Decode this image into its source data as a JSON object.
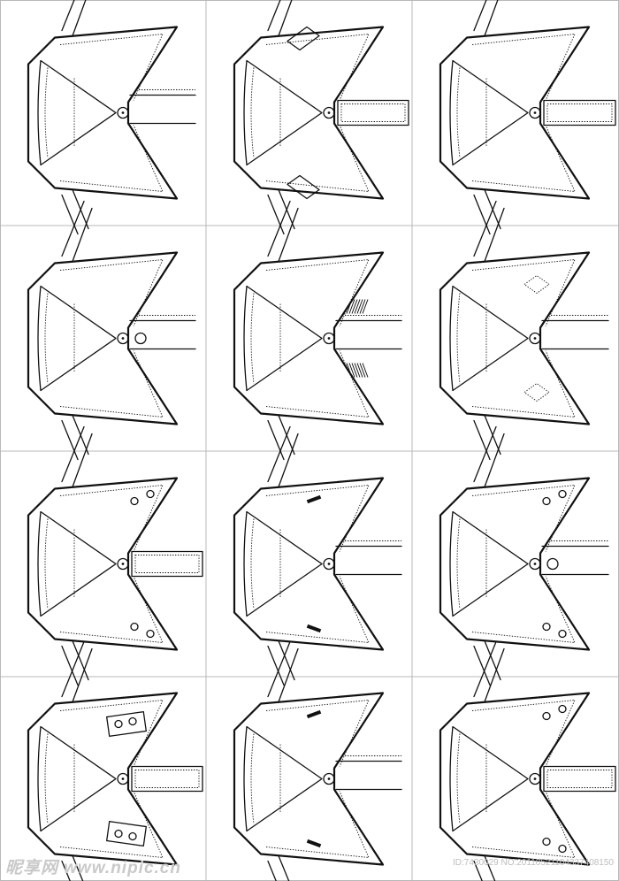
{
  "sheet": {
    "rows": 4,
    "cols": 3,
    "line_color": "#111111",
    "grid_color": "#b8b8b8",
    "cells": [
      {
        "variant": "pointed-collar-plain-button"
      },
      {
        "variant": "wide-collar-strap-panels"
      },
      {
        "variant": "rounded-collar-rect-tab"
      },
      {
        "variant": "pointed-collar-double-button"
      },
      {
        "variant": "crossover-lapel-ribbed"
      },
      {
        "variant": "collar-diamond-stitch"
      },
      {
        "variant": "collar-corner-button-tab"
      },
      {
        "variant": "collar-bar-tacks"
      },
      {
        "variant": "collar-double-button-points"
      },
      {
        "variant": "collar-button-tabs"
      },
      {
        "variant": "collar-bar-tack-round"
      },
      {
        "variant": "collar-button-points-band"
      }
    ]
  },
  "watermark": {
    "brand": "昵享网 www.nipic.cn",
    "id_line": "ID:7430029 NO:20110521104337408150"
  }
}
